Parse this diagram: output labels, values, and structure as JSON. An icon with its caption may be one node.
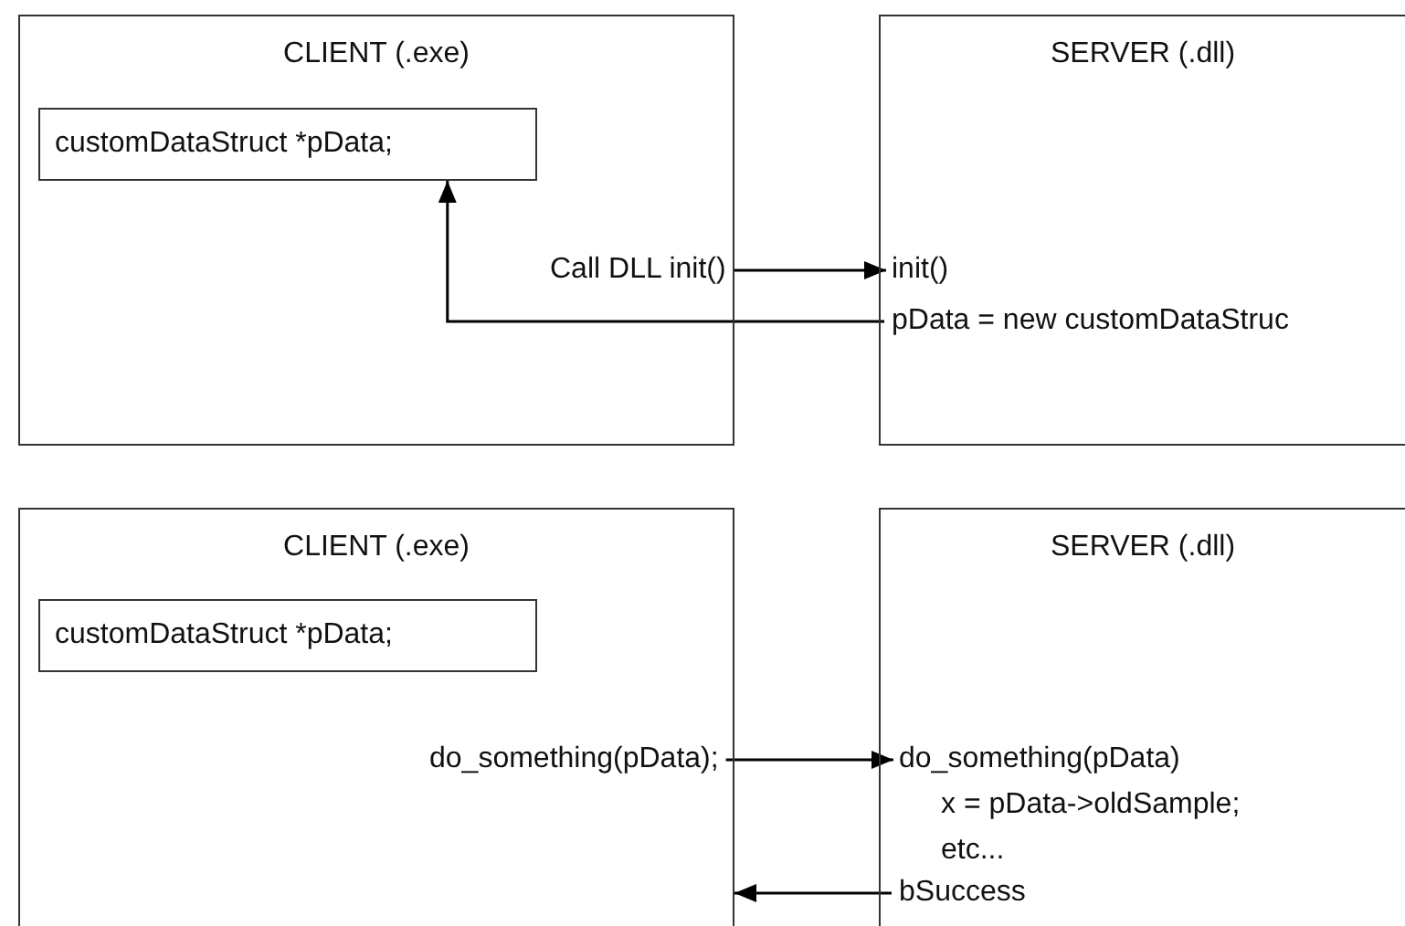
{
  "diagram": {
    "nodes": [
      {
        "text": [
          "CLIENT (.exe)"
        ]
      },
      {
        "text": [
          "customDataStruct *pData;"
        ],
        "in": 0
      },
      {
        "text": [
          "Call DLL init()"
        ],
        "in": 0
      },
      {
        "text": [
          "SERVER (.dll)"
        ]
      },
      {
        "text": [
          "init()"
        ],
        "in": 3
      },
      {
        "text": [
          "pData = new customDataStruc"
        ],
        "in": 3
      },
      {
        "text": [
          "CLIENT (.exe)"
        ]
      },
      {
        "text": [
          "customDataStruct *pData;"
        ],
        "in": 6
      },
      {
        "text": [
          "do_something(pData);"
        ],
        "in": 6
      },
      {
        "text": [
          "SERVER (.dll)"
        ]
      },
      {
        "text": [
          "do_something(pData)",
          "x = pData->oldSample; etc..."
        ],
        "in": 9
      },
      {
        "text": [
          "bSuccess"
        ],
        "in": 9
      }
    ],
    "edges": [
      {
        "from": 2,
        "to": 4,
        "arrow": "to"
      },
      {
        "from": 5,
        "to": 1,
        "arrow": "to"
      },
      {
        "from": 8,
        "to": 10,
        "arrow": "to"
      },
      {
        "from": 11,
        "to": 6,
        "arrow": "to"
      }
    ]
  }
}
